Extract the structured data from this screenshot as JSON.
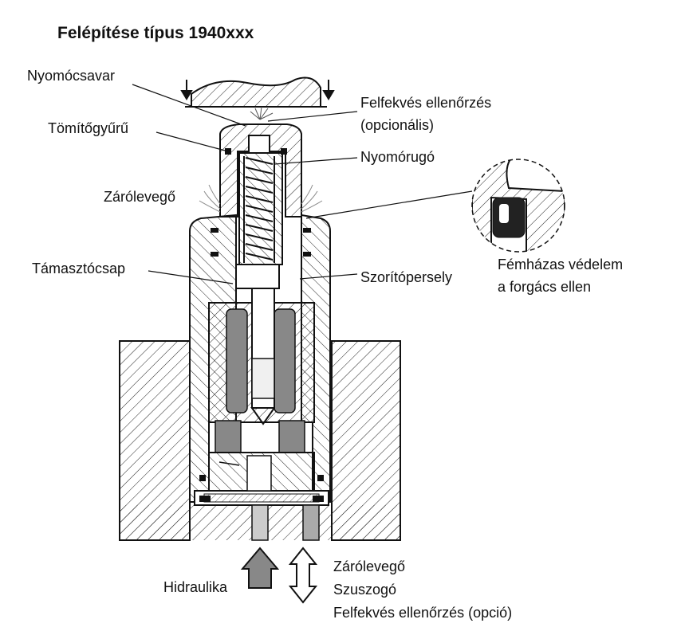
{
  "title": "Felépítése típus 1940xxx",
  "labels": {
    "nyomocsavar": "Nyomócsavar",
    "tomitogyuru": "Tömítőgyűrű",
    "zarolevego_side": "Zárólevegő",
    "tamasztocsap": "Támasztócsap",
    "felfekves_1": "Felfekvés ellenőrzés",
    "felfekves_2": "(opcionális)",
    "nyomorugo": "Nyomórugó",
    "szoritopersely": "Szorítópersely",
    "femhazas_1": "Fémházas védelem",
    "femhazas_2": "a forgács ellen",
    "hidraulika": "Hidraulika",
    "bottom_1": "Zárólevegő",
    "bottom_2": "Szuszogó",
    "bottom_3": "Felfekvés ellenőrzés (opció)"
  }
}
